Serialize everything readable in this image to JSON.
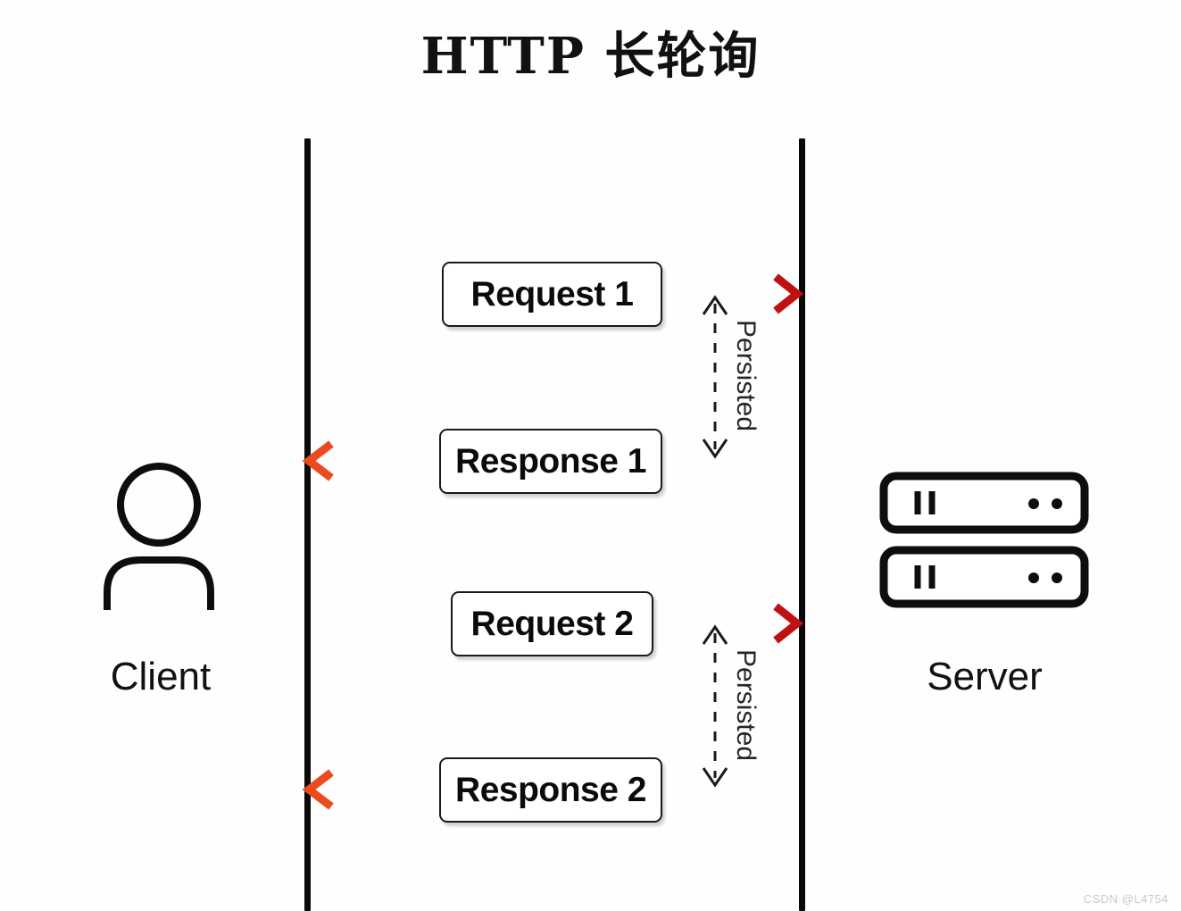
{
  "diagram": {
    "title": "HTTP 长轮询",
    "type": "sequence-diagram",
    "background_color": "#fefefe"
  },
  "actors": {
    "client": {
      "label": "Client",
      "icon": "person-icon",
      "lifeline_color": "#0a0a0a"
    },
    "server": {
      "label": "Server",
      "icon": "server-rack-icon",
      "lifeline_color": "#0a0a0a"
    }
  },
  "messages": [
    {
      "label": "Request 1",
      "direction": "client-to-server",
      "arrow_color_start": "#e8431c",
      "arrow_color_end": "#c41212"
    },
    {
      "label": "Response 1",
      "direction": "server-to-client",
      "arrow_color_start": "#c41212",
      "arrow_color_end": "#e8431c"
    },
    {
      "label": "Request 2",
      "direction": "client-to-server",
      "arrow_color_start": "#e8431c",
      "arrow_color_end": "#c41212"
    },
    {
      "label": "Response 2",
      "direction": "server-to-client",
      "arrow_color_start": "#c41212",
      "arrow_color_end": "#e8431c"
    }
  ],
  "annotations": [
    {
      "label": "Persisted",
      "orientation": "vertical",
      "style": "dashed-double-arrow"
    },
    {
      "label": "Persisted",
      "orientation": "vertical",
      "style": "dashed-double-arrow"
    }
  ],
  "watermark": {
    "text": "CSDN @L4754",
    "color": "#c9c9c9"
  }
}
